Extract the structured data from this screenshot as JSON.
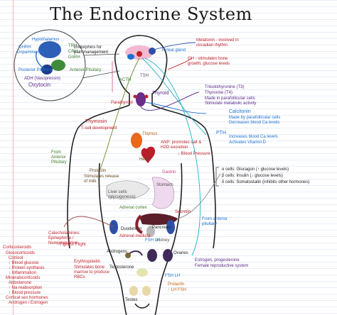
{
  "title": "The Endocrine System",
  "inset": {
    "hypothalamus": "Hypothalamus",
    "ghrh": "GHRH",
    "dopamine": "Dopamine (PIH)",
    "trh": "TRH",
    "crh": "CRH",
    "gnrh": "GnRH",
    "endorphins": "Endorphins for pain management",
    "ant_pit": "Anterior Pituitary",
    "post_pit": "Posterior Pituitary",
    "adh": "ADH (Vasopressin)",
    "oxytocin": "Oxytocin"
  },
  "labels": {
    "pineal": "Pineal gland",
    "melatonin": "Melatonin - involved in circadian rhythm",
    "gh": "GH - stimulates bone growth; glucose levels",
    "thyroid": "Thyroid",
    "parathyroid": "Parathyroid",
    "tsh": "TSH",
    "acth": "ACTH",
    "t3": "Triiodothyronine (T3)",
    "t4": "Thyroxine (T4)",
    "t_note1": "Made in parafollicular cells",
    "t_note2": "Stimulate metabolic activity",
    "calcitonin": "Calcitonin",
    "calc_note1": "Made by parafollicular cells",
    "calc_note2": "Decreases blood Ca levels",
    "pth": "PTH",
    "pth_note1": "Increases blood Ca levels",
    "pth_note2": "Activates Vitamin D",
    "thymosin": "Thymosin",
    "thymosin_note": "T-cell development",
    "thymus": "Thymus",
    "anp": "ANP: promotes salt & H2O excretion",
    "anp_note": "↓ Blood Pressure",
    "heart": "Heart",
    "from_ant_pit": "From Anterior Pituitary",
    "prolactin": "Prolactin",
    "prolactin_note": "Stimulates release of milk",
    "gastrin": "Gastrin",
    "stomach": "Stomach",
    "liver": "Liver cells (glycogenesis)",
    "alpha": "α cells: Glucagon (↑ glucose levels)",
    "beta": "β cells: Insulin (↓ glucose levels)",
    "delta": "δ cells: Somatostatin (inhibits other hormones)",
    "pancreas": "Pancreas",
    "secretin": "Secretin",
    "duodenum": "Duodenum",
    "adrenal_cortex": "Adrenal cortex",
    "adrenal_medulla": "Adrenal medulla",
    "kidney": "Kidney",
    "catecholamines": "Catecholamines: Epinephrine / Norepinephrine",
    "fight": "Fight or Flight",
    "corticosteroids": "Corticosteroids",
    "gluco": "Glucocorticoids",
    "cortisol": "Cortisol",
    "blood_glucose": "↑ Blood glucose",
    "protein": "↓ Protein synthesis",
    "inflam": "↓ Inflammation",
    "mineralo": "Mineralocorticoids",
    "aldosterone": "Aldosterone",
    "na": "↑ Na reabsorption",
    "bp": "↑ Blood pressure",
    "cortisol_sex": "Cortical sex hormones",
    "androgen": "Androgen / Estrogen",
    "erythropoietin": "Erythropoietin",
    "epo_note": "Stimulates bone marrow to produce RBCs",
    "testosterone": "Testosterone",
    "androgens": "Androgens",
    "testes": "Testes",
    "ovaries": "Ovaries",
    "estrogen": "Estrogen, progesterone",
    "estrogen_note": "Female reproductive system",
    "fsh_lh": "FSH LH",
    "from_ant_pit2": "From anterior pituitary",
    "fsh_lh2": "FSH LH",
    "prolactin2": "Prolactin",
    "lh_fsh_note": "↑ LH FSH"
  }
}
